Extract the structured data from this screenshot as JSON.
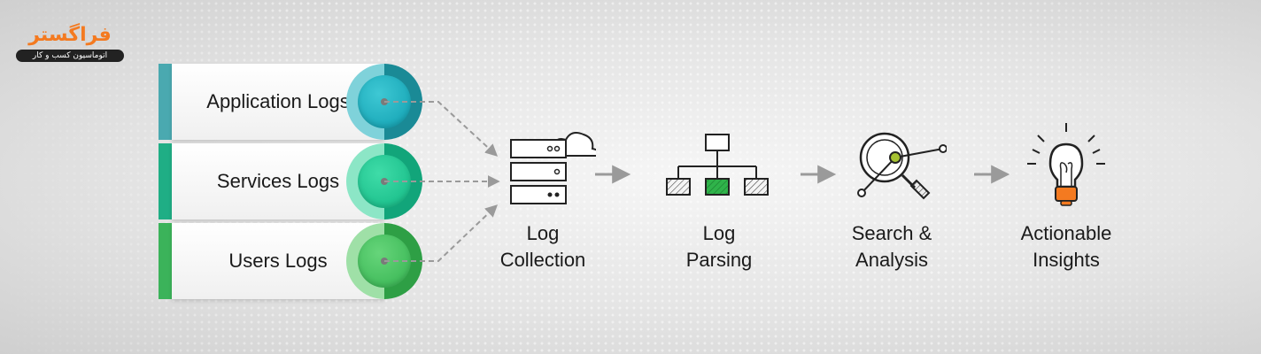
{
  "logo": {
    "brand": "فراگستر",
    "tagline": "اتوماسیون کسب و کار"
  },
  "sources": [
    {
      "label": "Application Logs",
      "color": "#1aa9b8",
      "bar_color": "#4aa9b0"
    },
    {
      "label": "Services Logs",
      "color": "#19c08e",
      "bar_color": "#1fae85"
    },
    {
      "label": "Users Logs",
      "color": "#3fc25a",
      "bar_color": "#3bb35a"
    }
  ],
  "stages": [
    {
      "line1": "Log",
      "line2": "Collection",
      "icon": "server-cloud-icon"
    },
    {
      "line1": "Log",
      "line2": "Parsing",
      "icon": "hierarchy-icon"
    },
    {
      "line1": "Search &",
      "line2": "Analysis",
      "icon": "magnifier-chart-icon"
    },
    {
      "line1": "Actionable",
      "line2": "Insights",
      "icon": "lightbulb-icon"
    }
  ],
  "colors": {
    "parsing_highlight": "#2fb34a",
    "search_highlight": "#a6c232",
    "bulb_base": "#f47a20",
    "arrow": "#9a9a9a"
  }
}
